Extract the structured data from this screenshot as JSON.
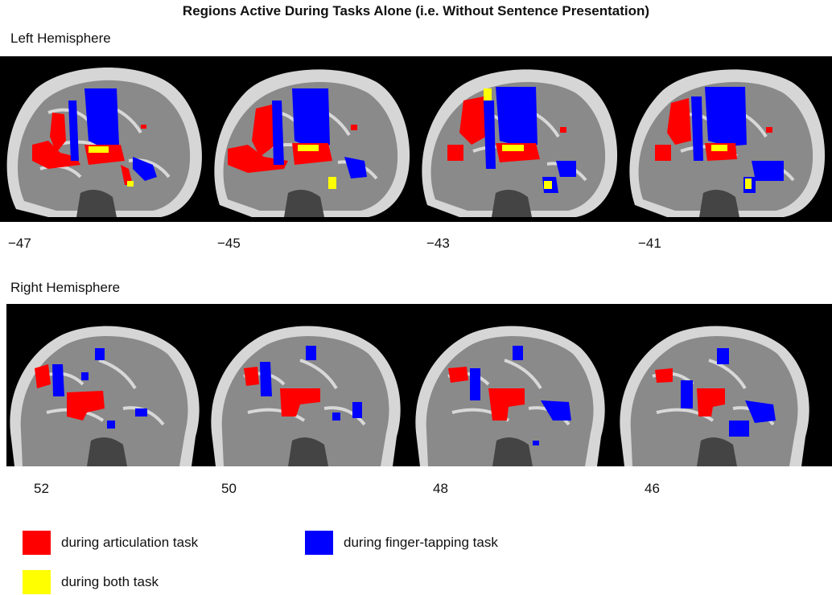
{
  "title": "Regions Active During Tasks Alone (i.e. Without Sentence Presentation)",
  "left": {
    "label": "Left Hemisphere",
    "slices": [
      "−47",
      "−45",
      "−43",
      "−41"
    ]
  },
  "right": {
    "label": "Right Hemisphere",
    "slices": [
      "52",
      "50",
      "48",
      "46"
    ]
  },
  "legend": [
    {
      "label": "during articulation task",
      "color": "#ff0000"
    },
    {
      "label": "during finger-tapping task",
      "color": "#0000ff"
    },
    {
      "label": "during both task",
      "color": "#ffff00"
    }
  ]
}
